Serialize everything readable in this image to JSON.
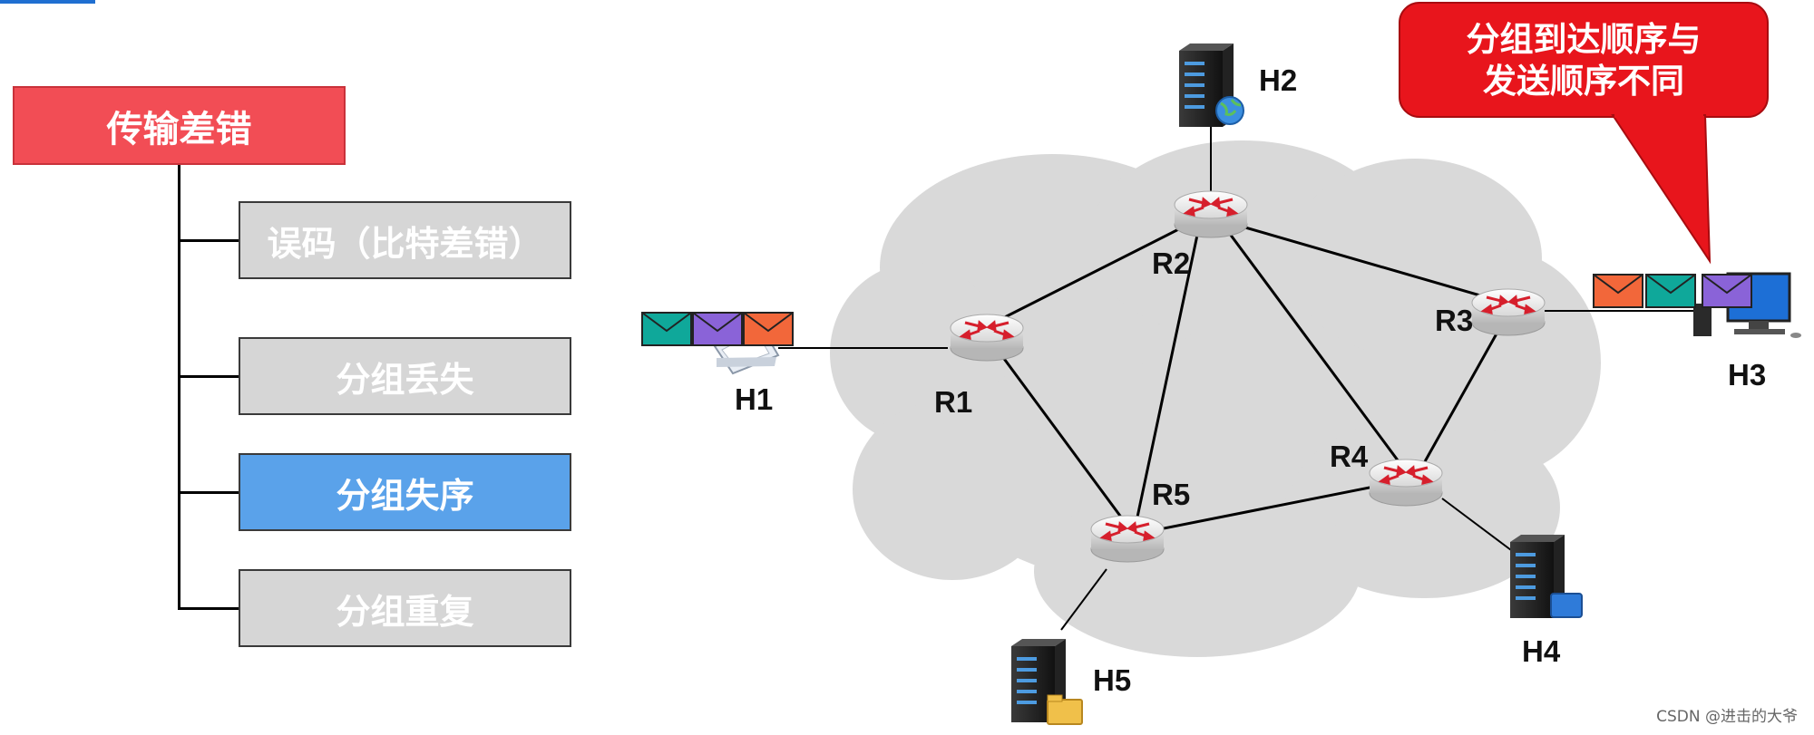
{
  "tree": {
    "root_label": "传输差错",
    "items": [
      {
        "label": "误码（比特差错）",
        "active": false
      },
      {
        "label": "分组丢失",
        "active": false
      },
      {
        "label": "分组失序",
        "active": true
      },
      {
        "label": "分组重复",
        "active": false
      }
    ]
  },
  "network": {
    "routers": [
      "R1",
      "R2",
      "R3",
      "R4",
      "R5"
    ],
    "hosts": [
      "H1",
      "H2",
      "H3",
      "H4",
      "H5"
    ]
  },
  "callout": {
    "line1": "分组到达顺序与",
    "line2": "发送顺序不同"
  },
  "colors": {
    "root_fill": "#f24d55",
    "active_fill": "#5aa2ea",
    "inactive_fill": "#d6d6d6",
    "callout_fill": "#e8151c",
    "packet_green": "#0fa89a",
    "packet_purple": "#8a63d8",
    "packet_orange": "#f2673a"
  },
  "watermark": "CSDN @进击的大爷"
}
